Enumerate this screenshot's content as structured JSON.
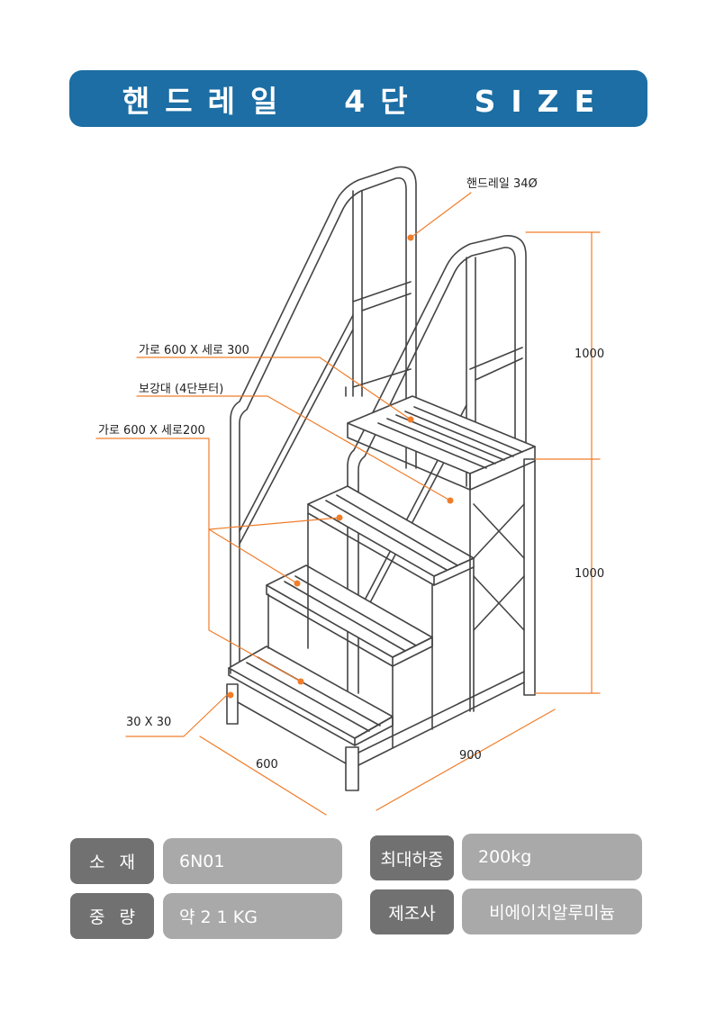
{
  "title": "핸드레일  4단  SIZE",
  "callouts": {
    "handrail": "핸드레일 34Ø",
    "platform_size": "가로 600 X 세로 300",
    "brace": "보강대 (4단부터)",
    "step_size": "가로 600 X 세로200",
    "pipe": "30 X 30"
  },
  "dimensions": {
    "upper_height": "1000",
    "lower_height": "1000",
    "width": "600",
    "depth": "900"
  },
  "specs": {
    "material_label": "소재",
    "material_value": "6N01",
    "weight_label": "중량",
    "weight_value": "약 2 1 KG",
    "max_load_label": "최대하중",
    "max_load_value": "200kg",
    "maker_label": "제조사",
    "maker_value": "비에이치알루미늄"
  },
  "colors": {
    "title_bg": "#1c6ea4",
    "leader": "#f07d2a",
    "key_bg": "#717171",
    "value_bg": "#a9a9a9"
  }
}
